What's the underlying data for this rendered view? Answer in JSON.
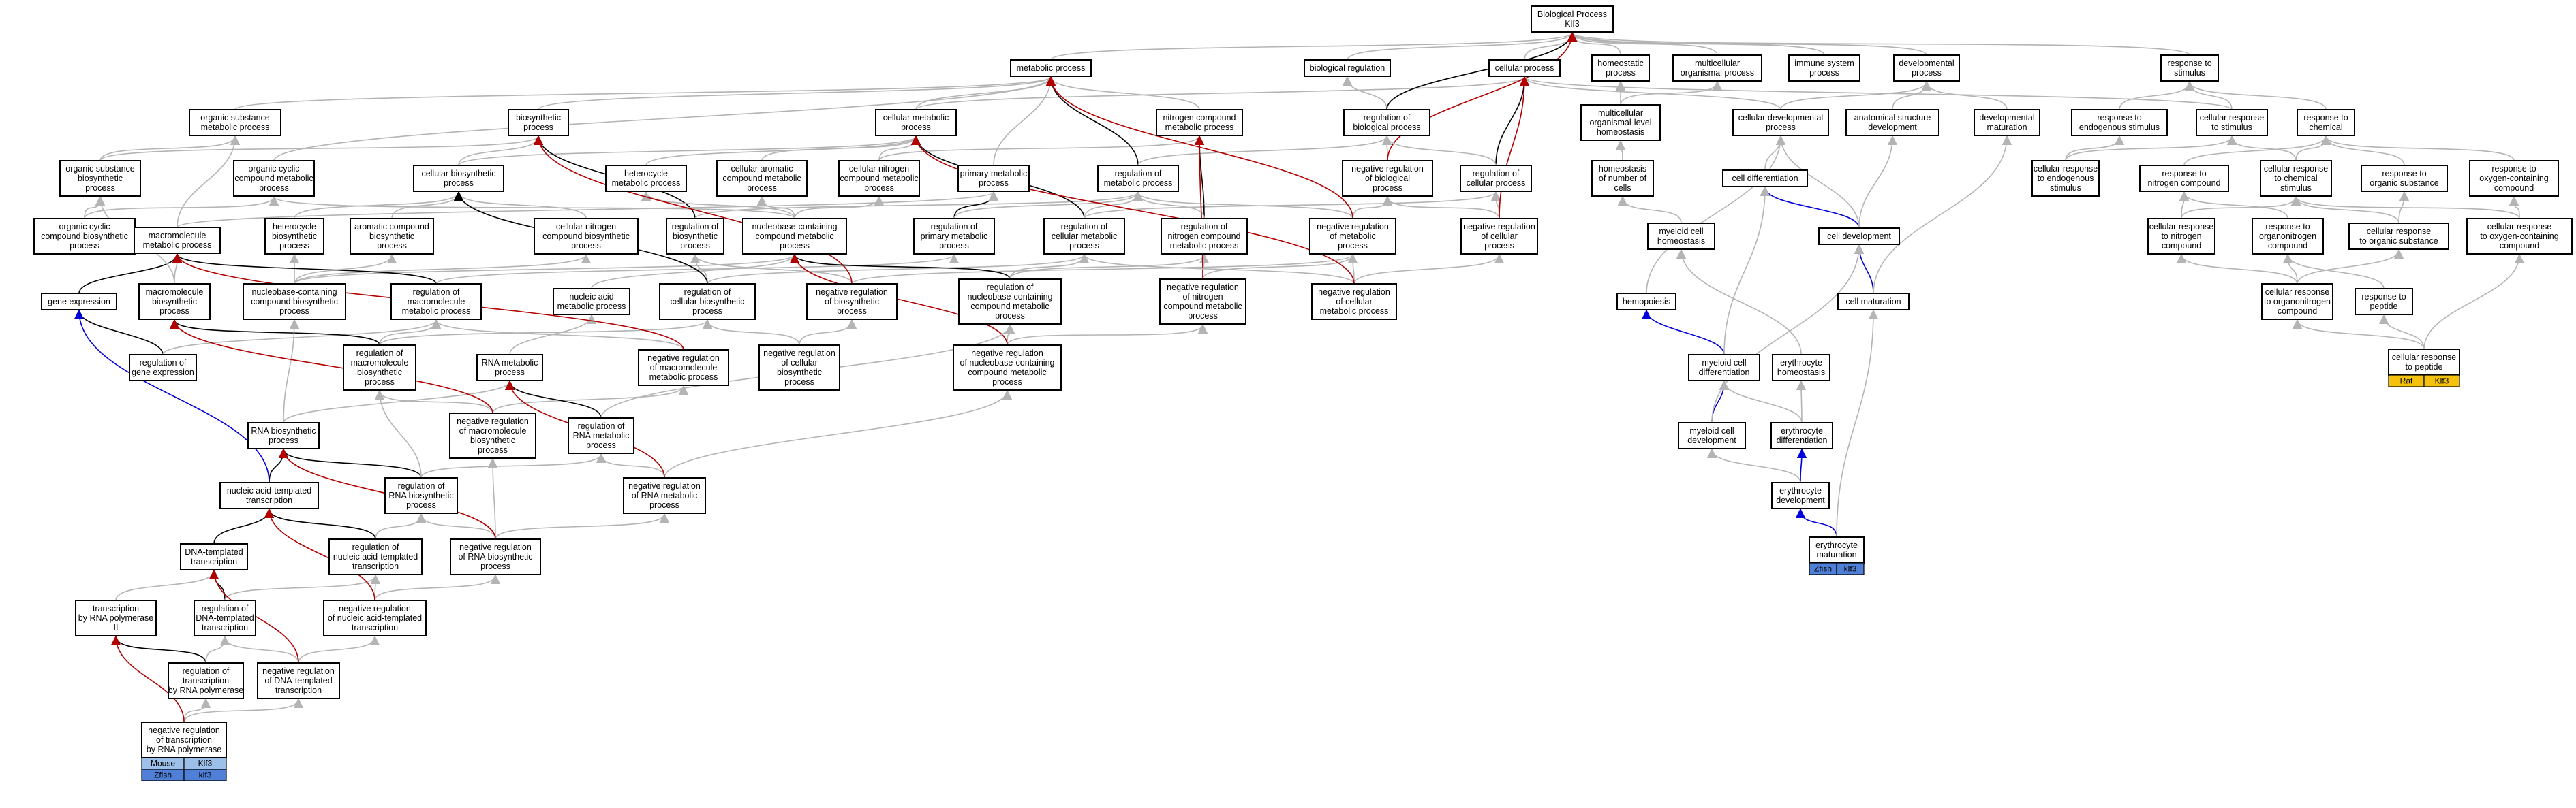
{
  "colors": {
    "gray_edge": "#b4b4b4",
    "black_edge": "#000000",
    "red_edge": "#b30000",
    "blue_edge": "#0000dd",
    "badge_mouse": "#9cc0ea",
    "badge_zfish": "#4f7fd6",
    "badge_rat": "#f4c20d"
  },
  "nodes": {
    "bp": [
      "Biological Process",
      "Klf3"
    ],
    "metabolic": [
      "metabolic process"
    ],
    "bioreg": [
      "biological regulation"
    ],
    "cellproc": [
      "cellular process"
    ],
    "homeostatic": [
      "homeostatic",
      "process"
    ],
    "multicell": [
      "multicellular",
      "organismal process"
    ],
    "immune": [
      "immune system",
      "process"
    ],
    "devproc": [
      "developmental",
      "process"
    ],
    "respstim": [
      "response to",
      "stimulus"
    ],
    "orgsub": [
      "organic substance",
      "metabolic process"
    ],
    "biosyn": [
      "biosynthetic",
      "process"
    ],
    "cellmet": [
      "cellular metabolic",
      "process"
    ],
    "nitromet": [
      "nitrogen compound",
      "metabolic process"
    ],
    "regbio": [
      "regulation of",
      "biological process"
    ],
    "multihomeo": [
      "multicellular",
      "organismal-level",
      "homeostasis"
    ],
    "celldevproc": [
      "cellular developmental",
      "process"
    ],
    "anat": [
      "anatomical structure",
      "development"
    ],
    "devmat": [
      "developmental",
      "maturation"
    ],
    "respendo": [
      "response to",
      "endogenous stimulus"
    ],
    "cellrespstim": [
      "cellular response",
      "to stimulus"
    ],
    "respchem": [
      "response to",
      "chemical"
    ],
    "orgsubbio": [
      "organic substance",
      "biosynthetic",
      "process"
    ],
    "orgcyc": [
      "organic cyclic",
      "compound metabolic",
      "process"
    ],
    "cellbio": [
      "cellular biosynthetic",
      "process"
    ],
    "hetmet": [
      "heterocycle",
      "metabolic process"
    ],
    "aromet": [
      "cellular aromatic",
      "compound metabolic",
      "process"
    ],
    "cellnitro": [
      "cellular nitrogen",
      "compound metabolic",
      "process"
    ],
    "primet": [
      "primary metabolic",
      "process"
    ],
    "regmet": [
      "regulation of",
      "metabolic process"
    ],
    "negregbio": [
      "negative regulation",
      "of biological",
      "process"
    ],
    "regcell": [
      "regulation of",
      "cellular process"
    ],
    "homeonum": [
      "homeostasis",
      "of number of",
      "cells"
    ],
    "celldiff": [
      "cell differentiation"
    ],
    "cellrespendo": [
      "cellular response",
      "to endogenous",
      "stimulus"
    ],
    "respnitro": [
      "response to",
      "nitrogen compound"
    ],
    "cellrespchem": [
      "cellular response",
      "to chemical",
      "stimulus"
    ],
    "resporgsub": [
      "response to",
      "organic substance"
    ],
    "respoxy": [
      "response to",
      "oxygen-containing",
      "compound"
    ],
    "orgcycbio": [
      "organic cyclic",
      "compound biosynthetic",
      "process"
    ],
    "hetbio": [
      "heterocycle",
      "biosynthetic",
      "process"
    ],
    "arobio": [
      "aromatic compound",
      "biosynthetic",
      "process"
    ],
    "cellnitrobio": [
      "cellular nitrogen",
      "compound biosynthetic",
      "process"
    ],
    "regbiosyn": [
      "regulation of",
      "biosynthetic",
      "process"
    ],
    "nucmet": [
      "nucleobase-containing",
      "compound metabolic",
      "process"
    ],
    "regprimet": [
      "regulation of",
      "primary metabolic",
      "process"
    ],
    "regcellmet": [
      "regulation of",
      "cellular metabolic",
      "process"
    ],
    "regnitromet": [
      "regulation of",
      "nitrogen compound",
      "metabolic process"
    ],
    "negregmet": [
      "negative regulation",
      "of metabolic",
      "process"
    ],
    "negregcell": [
      "negative regulation",
      "of cellular",
      "process"
    ],
    "myelhomeo": [
      "myeloid cell",
      "homeostasis"
    ],
    "celldev": [
      "cell development"
    ],
    "cellrespnitro": [
      "cellular response",
      "to nitrogen",
      "compound"
    ],
    "respoxo": [
      "response to",
      "organonitrogen",
      "compound"
    ],
    "cellresporgsub": [
      "cellular response",
      "to organic substance"
    ],
    "cellrespoxy": [
      "cellular response",
      "to oxygen-containing",
      "compound"
    ],
    "macromet": [
      "macromolecule",
      "metabolic process"
    ],
    "geneexpr": [
      "gene expression"
    ],
    "macrobio": [
      "macromolecule",
      "biosynthetic",
      "process"
    ],
    "nucbio": [
      "nucleobase-containing",
      "compound biosynthetic",
      "process"
    ],
    "regmacromet": [
      "regulation of",
      "macromolecule",
      "metabolic process"
    ],
    "nucacmet": [
      "nucleic acid",
      "metabolic process"
    ],
    "regcellbio": [
      "regulation of",
      "cellular biosynthetic",
      "process"
    ],
    "negregbiosyn": [
      "negative regulation",
      "of biosynthetic",
      "process"
    ],
    "regnucmet": [
      "regulation of",
      "nucleobase-containing",
      "compound metabolic",
      "process"
    ],
    "negregnitromet": [
      "negative regulation",
      "of nitrogen",
      "compound metabolic",
      "process"
    ],
    "negregcellmet": [
      "negative regulation",
      "of cellular",
      "metabolic process"
    ],
    "hemopoiesis": [
      "hemopoiesis"
    ],
    "cellmat": [
      "cell maturation"
    ],
    "cellrespoxo": [
      "cellular response",
      "to organonitrogen",
      "compound"
    ],
    "resppep": [
      "response to",
      "peptide"
    ],
    "reggeneexpr": [
      "regulation of",
      "gene expression"
    ],
    "regmacrobio": [
      "regulation of",
      "macromolecule",
      "biosynthetic",
      "process"
    ],
    "rnamet": [
      "RNA metabolic",
      "process"
    ],
    "negregmacromet": [
      "negative regulation",
      "of macromolecule",
      "metabolic process"
    ],
    "negregcellbio": [
      "negative regulation",
      "of cellular",
      "biosynthetic",
      "process"
    ],
    "negregnucmet": [
      "negative regulation",
      "of nucleobase-containing",
      "compound metabolic",
      "process"
    ],
    "myeldiff": [
      "myeloid cell",
      "differentiation"
    ],
    "eryhomeo": [
      "erythrocyte",
      "homeostasis"
    ],
    "cellresppep": [
      "cellular response",
      "to peptide"
    ],
    "rnabio": [
      "RNA biosynthetic",
      "process"
    ],
    "negregmacrobio": [
      "negative regulation",
      "of macromolecule",
      "biosynthetic",
      "process"
    ],
    "regrnamet": [
      "regulation of",
      "RNA metabolic",
      "process"
    ],
    "myeldev": [
      "myeloid cell",
      "development"
    ],
    "erydiff": [
      "erythrocyte",
      "differentiation"
    ],
    "regrnabio": [
      "regulation of",
      "RNA biosynthetic",
      "process"
    ],
    "negregrnamet": [
      "negative regulation",
      "of RNA metabolic",
      "process"
    ],
    "nucactrans": [
      "nucleic acid-templated",
      "transcription"
    ],
    "erydev": [
      "erythrocyte",
      "development"
    ],
    "regnucactrans": [
      "regulation of",
      "nucleic acid-templated",
      "transcription"
    ],
    "negregrnabio": [
      "negative regulation",
      "of RNA biosynthetic",
      "process"
    ],
    "dnatrans": [
      "DNA-templated",
      "transcription"
    ],
    "erymat": [
      "erythrocyte",
      "maturation"
    ],
    "txpol2": [
      "transcription",
      "by RNA polymerase",
      "II"
    ],
    "regdnatrans": [
      "regulation of",
      "DNA-templated",
      "transcription"
    ],
    "negregnucactrans": [
      "negative regulation",
      "of nucleic acid-templated",
      "transcription"
    ],
    "regtxpol2": [
      "regulation of",
      "transcription",
      "by RNA polymerase"
    ],
    "negregdnatrans": [
      "negative regulation",
      "of DNA-templated",
      "transcription"
    ],
    "negregtxpol2": [
      "negative regulation",
      "of transcription",
      "by RNA polymerase"
    ]
  },
  "badges": {
    "negregtxpol2": [
      [
        "Mouse",
        "Klf3",
        "badge_mouse"
      ],
      [
        "Zfish",
        "klf3",
        "badge_zfish"
      ]
    ],
    "erymat": [
      [
        "Zfish",
        "klf3",
        "badge_zfish"
      ]
    ],
    "cellresppep": [
      [
        "Rat",
        "Klf3",
        "badge_rat"
      ]
    ]
  }
}
